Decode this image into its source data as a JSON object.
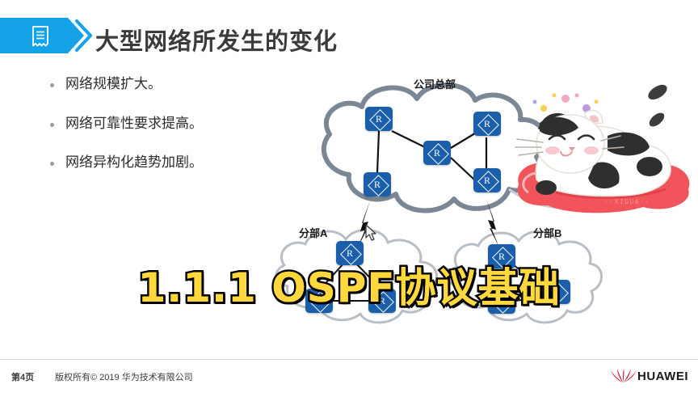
{
  "header": {
    "icon": "document-receipt-icon",
    "title": "大型网络所发生的变化",
    "band_color": "#15a3e8",
    "title_color": "#3b3b3b"
  },
  "bullets": [
    {
      "text": "网络规模扩大。"
    },
    {
      "text": "网络可靠性要求提高。"
    },
    {
      "text": "网络异构化趋势加剧。"
    }
  ],
  "diagram": {
    "labels": {
      "headquarters": "公司总部",
      "branch_a": "分部A",
      "branch_b": "分部B"
    },
    "router_glyph": "R",
    "router_color": "#1b5faa",
    "cloud_stroke": "#7b8794",
    "clouds": [
      {
        "name": "headquarters-cloud",
        "routers": 5
      },
      {
        "name": "branch-a-cloud",
        "routers": 3
      },
      {
        "name": "branch-b-cloud",
        "routers": 3
      }
    ]
  },
  "illustration": {
    "name": "sleeping-cat-on-cushion",
    "watermark": "··XIGUA··",
    "cushion_color": "#f2545b"
  },
  "overlay_title": {
    "text": "1.1.1 OSPF协议基础",
    "fill_color": "#ffd83d",
    "stroke_color": "#000000"
  },
  "footer": {
    "page_label": "第4页",
    "copyright": "版权所有© 2019 华为技术有限公司",
    "brand": "HUAWEI",
    "brand_color": "#cf0a2c"
  }
}
